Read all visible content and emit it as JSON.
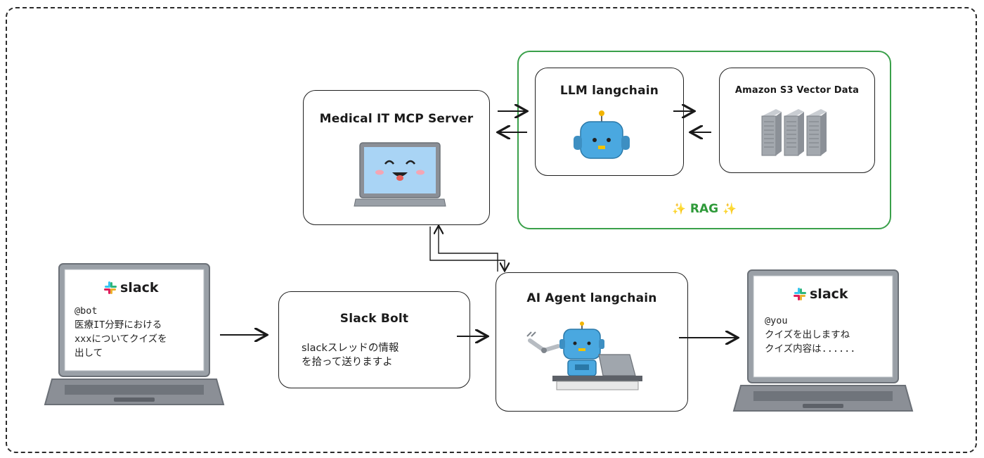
{
  "left_laptop": {
    "brand": "slack",
    "lines": [
      "@bot",
      "医療IT分野における",
      "xxxについてクイズを",
      "出して"
    ]
  },
  "slack_bolt": {
    "title": "Slack Bolt",
    "lines": [
      "slackスレッドの情報",
      "を拾って送りますよ"
    ]
  },
  "ai_agent": {
    "title": "AI Agent langchain"
  },
  "mcp_server": {
    "title": "Medical IT MCP Server"
  },
  "llm": {
    "title": "LLM langchain"
  },
  "s3": {
    "title": "Amazon S3 Vector Data"
  },
  "rag": {
    "label": "RAG",
    "spark_left": "✨",
    "spark_right": "✨"
  },
  "right_laptop": {
    "brand": "slack",
    "lines": [
      "@you",
      "クイズを出しますね",
      "クイズ内容は......"
    ]
  },
  "colors": {
    "rag_border": "#3aa04a",
    "robot_blue": "#4aa8e0",
    "laptop_gray": "#8b8f96",
    "screen_blue": "#a9d4f5"
  },
  "icons": [
    "slack-logo-icon",
    "laptop-face-icon",
    "robot-icon",
    "server-rack-icon",
    "robot-arm-icon"
  ]
}
